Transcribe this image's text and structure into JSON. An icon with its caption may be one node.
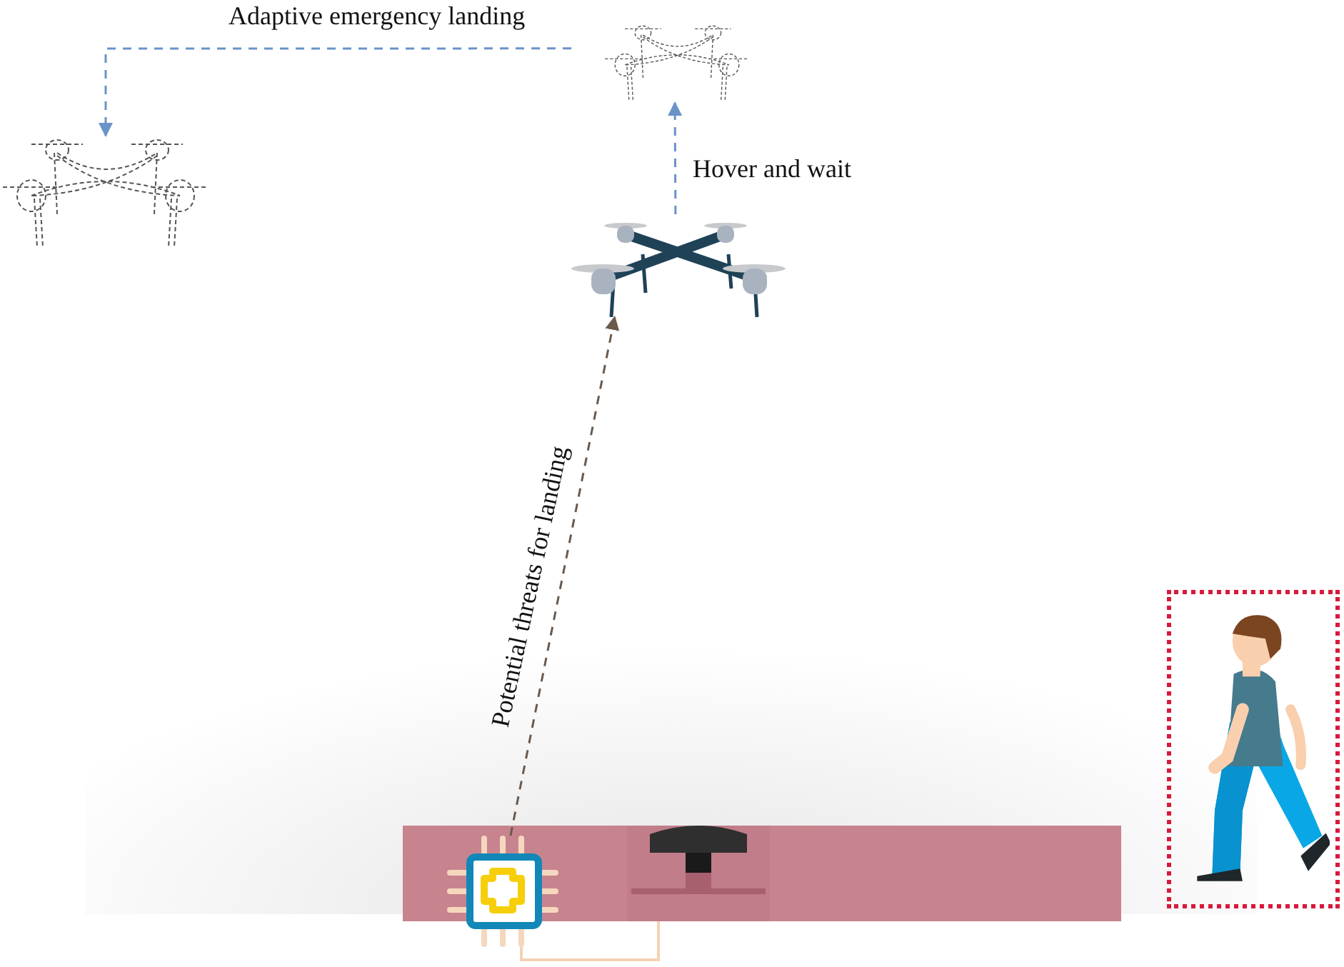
{
  "diagram": {
    "nodes": [
      {
        "text": [],
        "shape": "picture"
      },
      {
        "text": [],
        "shape": "picture"
      },
      {
        "text": [],
        "shape": "picture"
      },
      {
        "text": [],
        "shape": "bar"
      },
      {
        "text": [],
        "shape": "picture"
      },
      {
        "text": [],
        "shape": "picture",
        "in": 3
      },
      {
        "text": [],
        "shape": "person"
      }
    ],
    "edges": [
      {
        "from": 1,
        "to": 0,
        "arrow": "to",
        "label": "Adaptive emergency landing",
        "style": "dashed"
      },
      {
        "from": 2,
        "to": 1,
        "arrow": "to",
        "label": "Hover and wait",
        "style": "dashed"
      },
      {
        "from": 4,
        "to": 2,
        "arrow": "to",
        "label": "Potential threats for landing",
        "style": "dashed",
        "color": "#6b5a4c"
      },
      {
        "from": 4,
        "to": 5,
        "arrow": "none",
        "color": "#f3d2b4"
      }
    ]
  }
}
